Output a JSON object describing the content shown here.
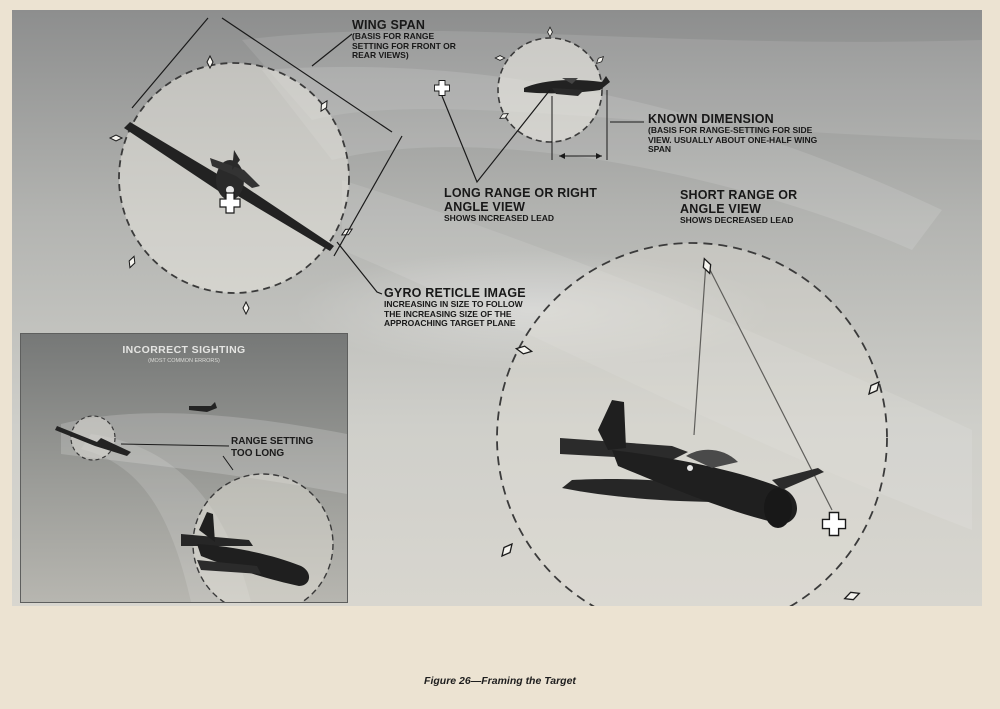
{
  "labels": {
    "wing_span": {
      "title": "WING SPAN",
      "sub": "(BASIS FOR RANGE SETTING FOR FRONT OR REAR VIEWS)"
    },
    "known_dimension": {
      "title": "KNOWN DIMENSION",
      "sub": "(BASIS FOR RANGE-SETTING FOR SIDE VIEW. USUALLY ABOUT ONE-HALF WING SPAN"
    },
    "long_range": {
      "title": "LONG RANGE OR RIGHT ANGLE VIEW",
      "sub": "SHOWS INCREASED LEAD"
    },
    "short_range": {
      "title": "SHORT RANGE OR ANGLE VIEW",
      "sub": "SHOWS DECREASED LEAD"
    },
    "gyro_reticle": {
      "title": "GYRO RETICLE IMAGE",
      "sub": "INCREASING IN SIZE TO FOLLOW THE INCREASING SIZE OF THE APPROACHING TARGET PLANE"
    }
  },
  "inset": {
    "title": "INCORRECT SIGHTING",
    "subtitle": "(MOST COMMON ERRORS)",
    "label": "RANGE SETTING TOO LONG"
  },
  "caption": "Figure 26—Framing the Target",
  "colors": {
    "paper": "#ece3d2",
    "sky": "#b3b4b1",
    "ink": "#181818",
    "airplane": "#1f1f1f"
  },
  "icons": [
    "pip-cross-icon",
    "diamond-icon",
    "airplane-icon"
  ]
}
